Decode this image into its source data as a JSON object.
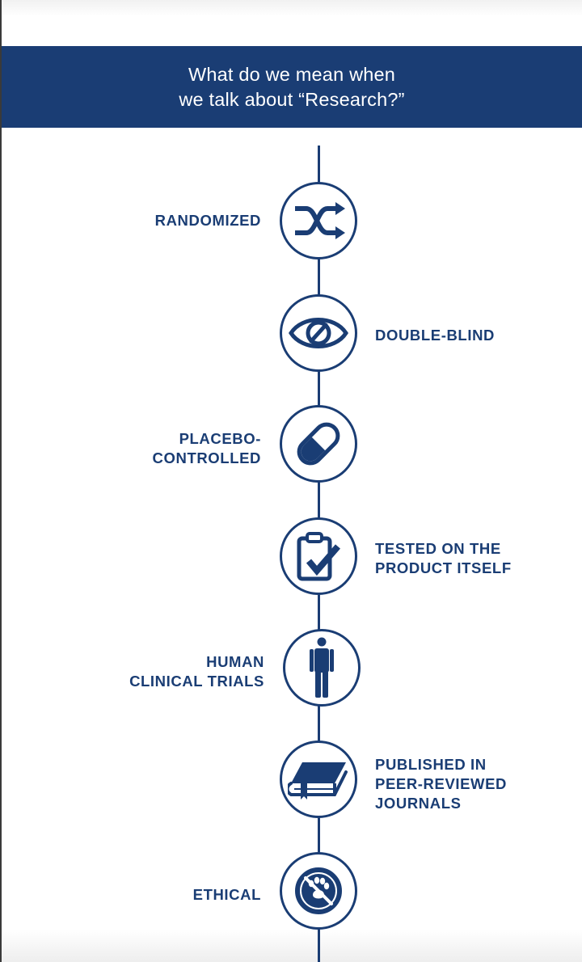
{
  "banner": {
    "line1": "What do we mean when",
    "line2": "we talk about “Research?”"
  },
  "items": [
    {
      "lines": [
        "RANDOMIZED"
      ],
      "icon": "shuffle-icon"
    },
    {
      "lines": [
        "DOUBLE-BLIND"
      ],
      "icon": "eye-slash-icon"
    },
    {
      "lines": [
        "PLACEBO-",
        "CONTROLLED"
      ],
      "icon": "pill-icon"
    },
    {
      "lines": [
        "TESTED ON THE",
        "PRODUCT ITSELF"
      ],
      "icon": "clipboard-check-icon"
    },
    {
      "lines": [
        "HUMAN",
        "CLINICAL TRIALS"
      ],
      "icon": "person-icon"
    },
    {
      "lines": [
        "PUBLISHED IN",
        "PEER-REVIEWED",
        "JOURNALS"
      ],
      "icon": "book-icon"
    },
    {
      "lines": [
        "ETHICAL"
      ],
      "icon": "no-animal-testing-icon"
    }
  ],
  "colors": {
    "primary": "#1a3d74",
    "background": "#ffffff"
  }
}
